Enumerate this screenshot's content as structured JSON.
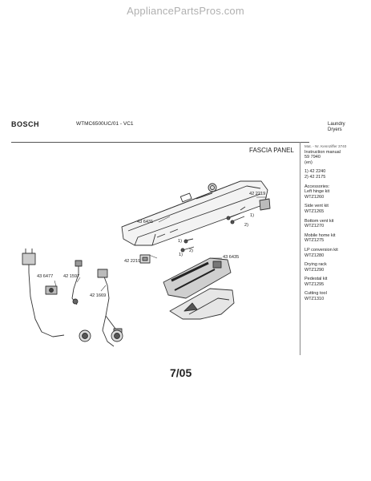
{
  "watermark": "AppliancePartsPros.com",
  "header": {
    "brand": "BOSCH",
    "model": "WTMC6500UC/01 - VC1",
    "category_line1": "Laundry",
    "category_line2": "Dryers"
  },
  "title": "FASCIA PANEL",
  "sidebar": {
    "header": "Mat. - Nr. Kennziffer 3740",
    "lines": [
      "Instruction manual",
      "59 7940",
      "(en)",
      "",
      "1) 42 2240",
      "2) 42 2175",
      "",
      "Accessories:",
      "Left hinge kit",
      "WTZ1260",
      "",
      "Side vent kit",
      "WTZ1265",
      "",
      "Bottom vent kit",
      "WTZ1270",
      "",
      "Mobile home kit",
      "WTZ1275",
      "",
      "LP conversion kit",
      "WTZ1280",
      "",
      "Drying rack",
      "WTZ1290",
      "",
      "Pedestal kit",
      "WTZ1295",
      "",
      "Cutting tool",
      "WTZ1310"
    ]
  },
  "labels": {
    "p422219_top": "42 2219",
    "p436431": "43 6431",
    "p422219_bottom": "42 2219",
    "p436435": "43 6435",
    "p436477": "43 6477",
    "p421597": "42 1597",
    "p421669": "42 1669",
    "m1a": "1)",
    "m2a": "2)",
    "m1b": "1)",
    "m2b": "2)",
    "m1c": "1)"
  },
  "date": "7/05"
}
